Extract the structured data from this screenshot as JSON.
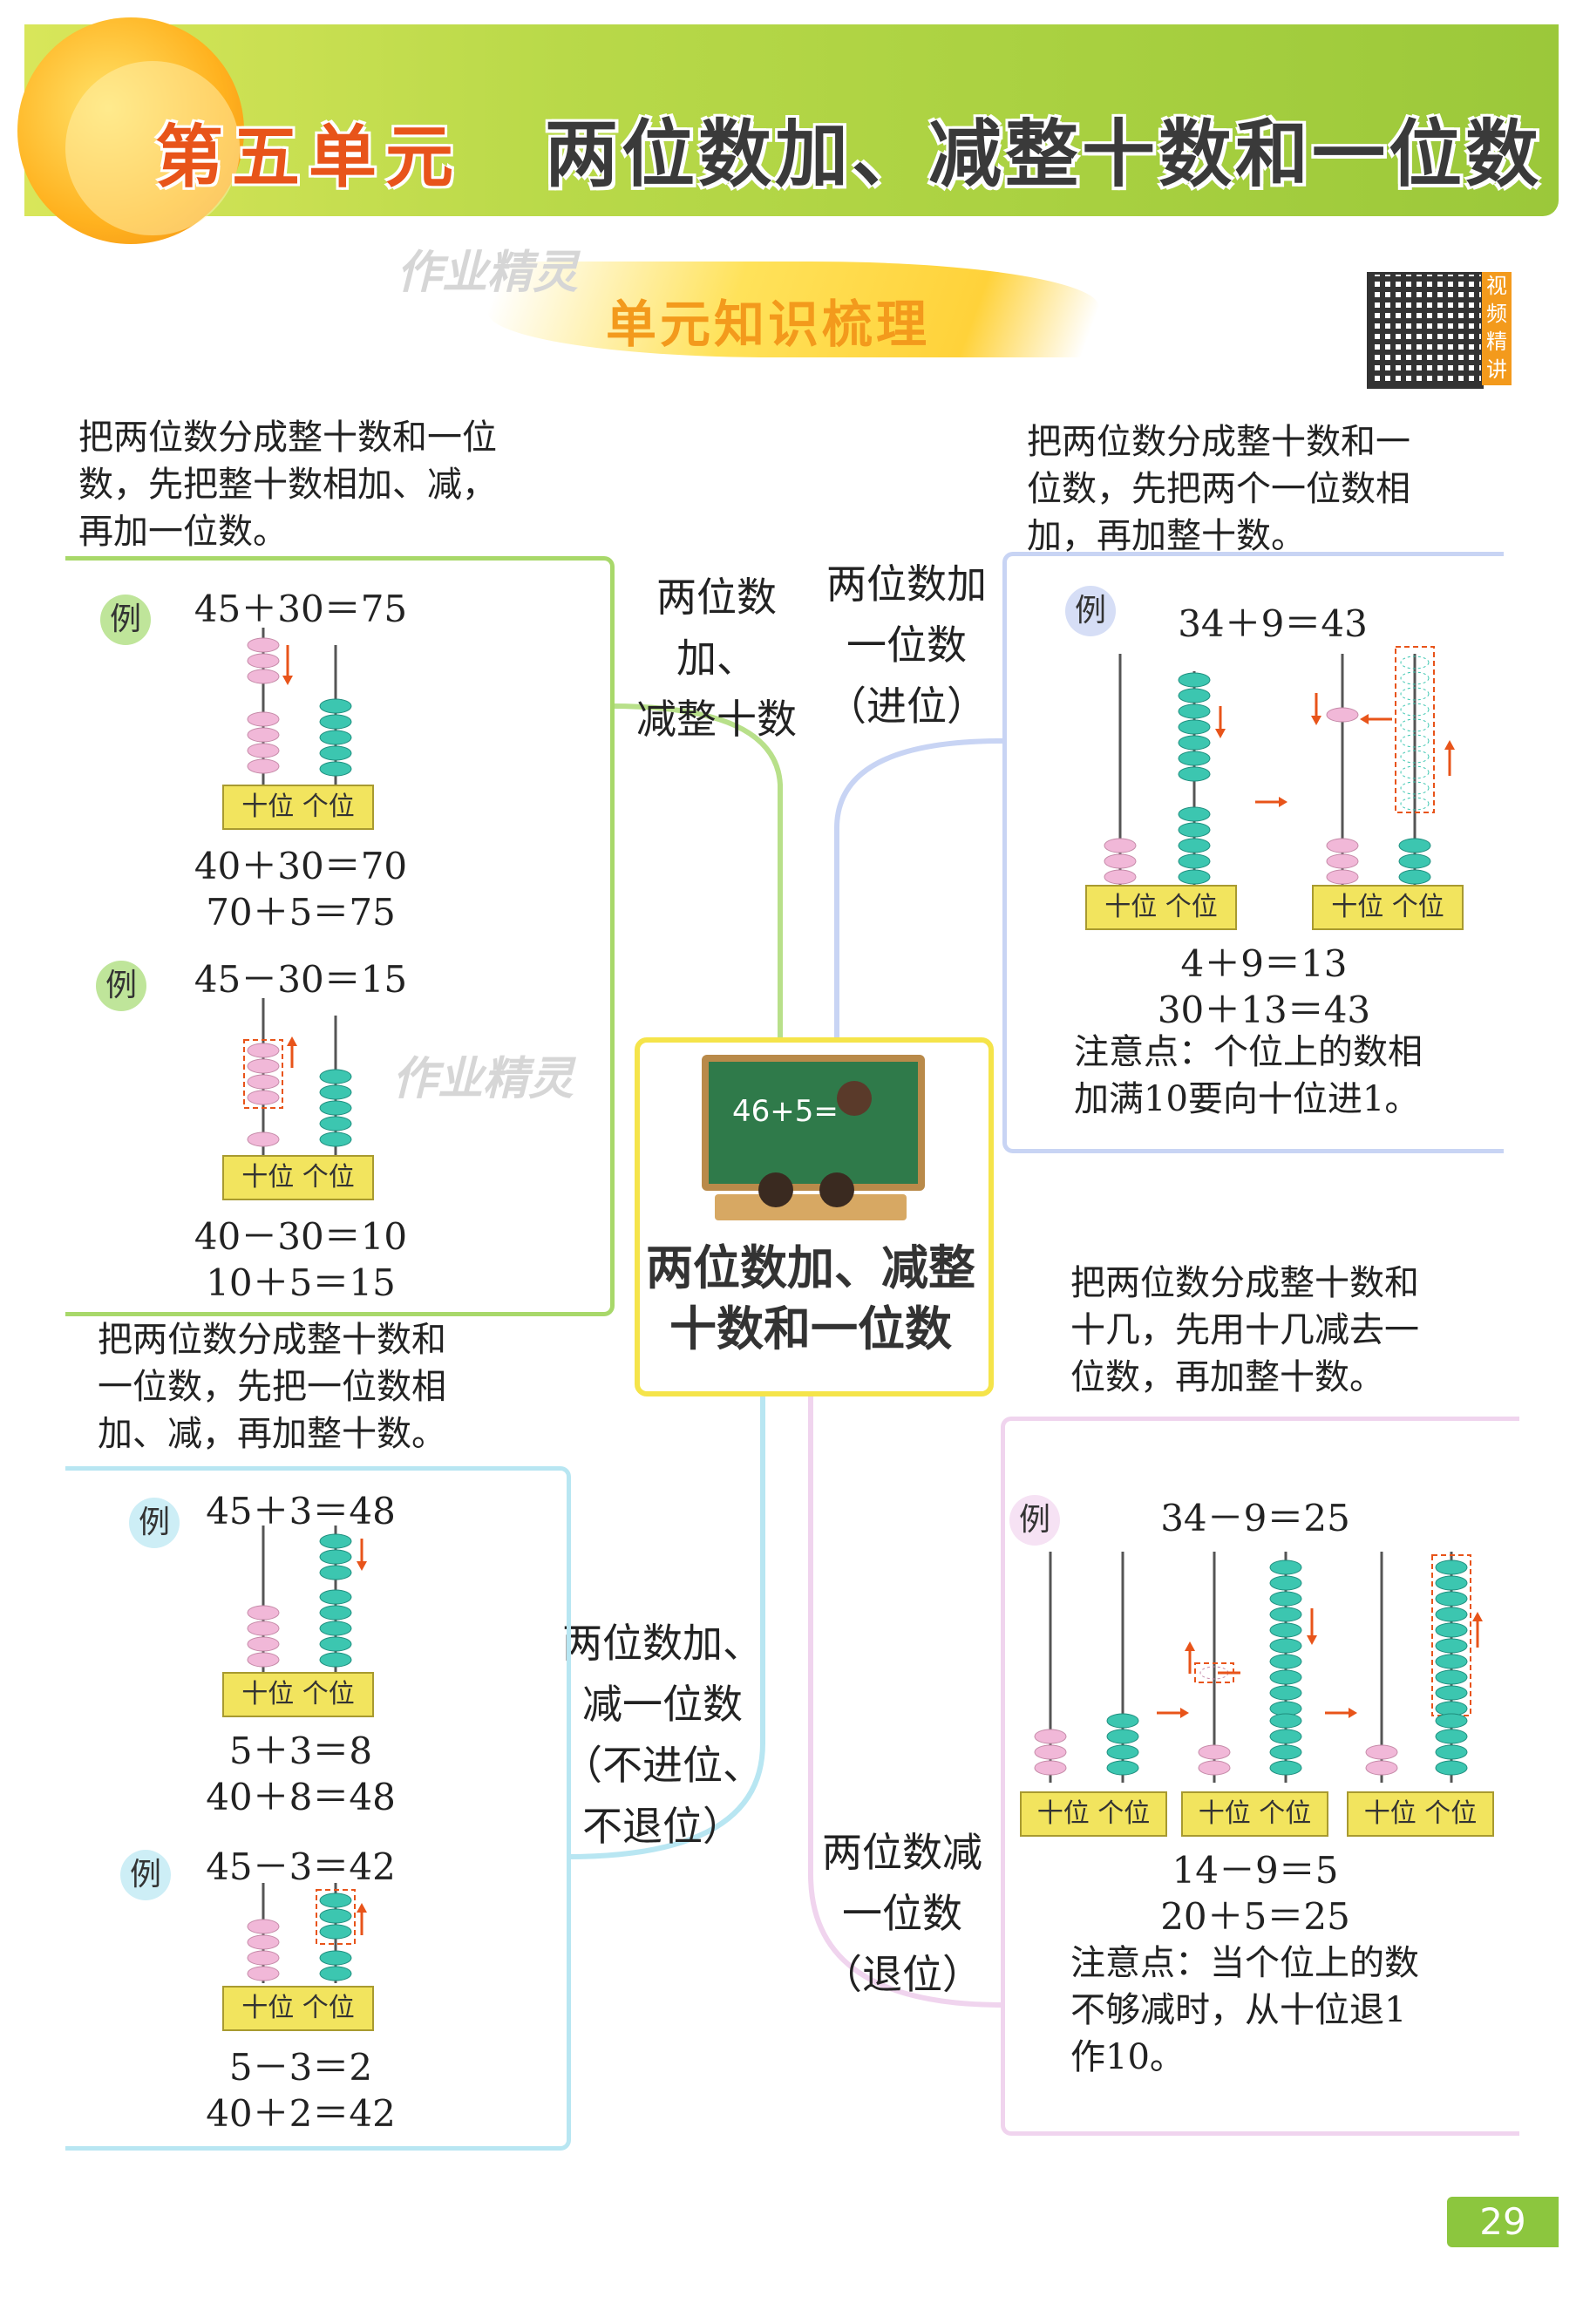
{
  "header": {
    "unit_label": "第五单元",
    "unit_title": "两位数加、减整十数和一位数"
  },
  "banner": {
    "title": "单元知识梳理"
  },
  "watermark": "作业精灵",
  "qr_side_label": "视频精讲",
  "center": {
    "board_text": "46+5=",
    "title_line1": "两位数加、减整",
    "title_line2": "十数和一位数"
  },
  "branches": {
    "b1": {
      "l1": "两位数加、",
      "l2": "减整十数"
    },
    "b2": {
      "l1": "两位数加",
      "l2": "一位数",
      "l3": "（进位）"
    },
    "b3": {
      "l1": "两位数加、",
      "l2": "减一位数",
      "l3": "（不进位、",
      "l4": "不退位）"
    },
    "b4": {
      "l1": "两位数减",
      "l2": "一位数",
      "l3": "（退位）"
    }
  },
  "tl": {
    "desc": [
      "把两位数分成整十数和一位",
      "数，先把整十数相加、减，",
      "再加一位数。"
    ],
    "ex1": {
      "badge": "例",
      "eq": "45＋30＝75",
      "s1": "40＋30＝70",
      "s2": "70＋5＝75"
    },
    "ex2": {
      "badge": "例",
      "eq": "45－30＝15",
      "s1": "40－30＝10",
      "s2": "10＋5＝15"
    }
  },
  "bl": {
    "desc": [
      "把两位数分成整十数和",
      "一位数，先把一位数相",
      "加、减，再加整十数。"
    ],
    "ex1": {
      "badge": "例",
      "eq": "45＋3＝48",
      "s1": "5＋3＝8",
      "s2": "40＋8＝48"
    },
    "ex2": {
      "badge": "例",
      "eq": "45－3＝42",
      "s1": "5－3＝2",
      "s2": "40＋2＝42"
    }
  },
  "tr": {
    "desc": [
      "把两位数分成整十数和一",
      "位数，先把两个一位数相",
      "加，再加整十数。"
    ],
    "ex": {
      "badge": "例",
      "eq": "34＋9＝43",
      "s1": "4＋9＝13",
      "s2": "30＋13＝43"
    },
    "note": [
      "注意点：个位上的数相",
      "加满10要向十位进1。"
    ]
  },
  "br": {
    "desc": [
      "把两位数分成整十数和",
      "十几，先用十几减去一",
      "位数，再加整十数。"
    ],
    "ex": {
      "badge": "例",
      "eq": "34－9＝25",
      "s1": "14－9＝5",
      "s2": "20＋5＝25"
    },
    "note": [
      "注意点：当个位上的数",
      "不够减时，从十位退1",
      "作10。"
    ]
  },
  "place_value": {
    "tens": "十位",
    "ones": "个位"
  },
  "page_number": "29",
  "colors": {
    "green": "#a8d86a",
    "cyan": "#9ad8ea",
    "blue": "#b8c8f0",
    "pink": "#ecc8e8",
    "bead_pink": "#f1b8d8",
    "bead_cyan": "#3cc6b0"
  }
}
